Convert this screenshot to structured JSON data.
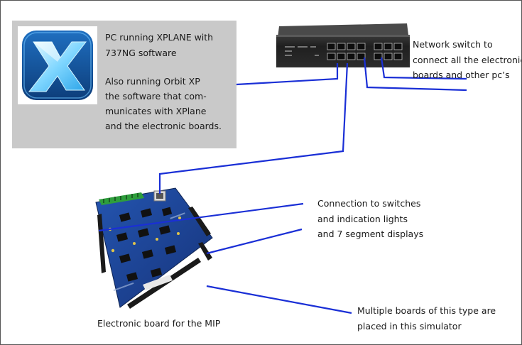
{
  "pc": {
    "line1": "PC running XPLANE with",
    "line2": "737NG software",
    "line3": "Also running Orbit XP",
    "line4": "the software that com-",
    "line5": "municates with XPlane",
    "line6": "and the electronic boards."
  },
  "switch": {
    "line1": "Network switch to",
    "line2": "connect all the electronic",
    "line3": "boards and other pc’s"
  },
  "connection": {
    "line1": "Connection to switches",
    "line2": "and indication lights",
    "line3": "and 7 segment displays"
  },
  "multiple": {
    "line1": "Multiple boards of this type are",
    "line2": "placed in this simulator"
  },
  "board": {
    "caption": "Electronic board for the MIP"
  },
  "colors": {
    "wire": "#1a2fd6",
    "panel": "#c9c9c9",
    "board": "#1d3f8f",
    "switch_body": "#2a2a2a",
    "logo_blue": "#1e88d8"
  },
  "icons": {
    "logo": "xplane-logo-icon",
    "switch": "network-switch-icon",
    "board": "circuit-board-icon"
  }
}
